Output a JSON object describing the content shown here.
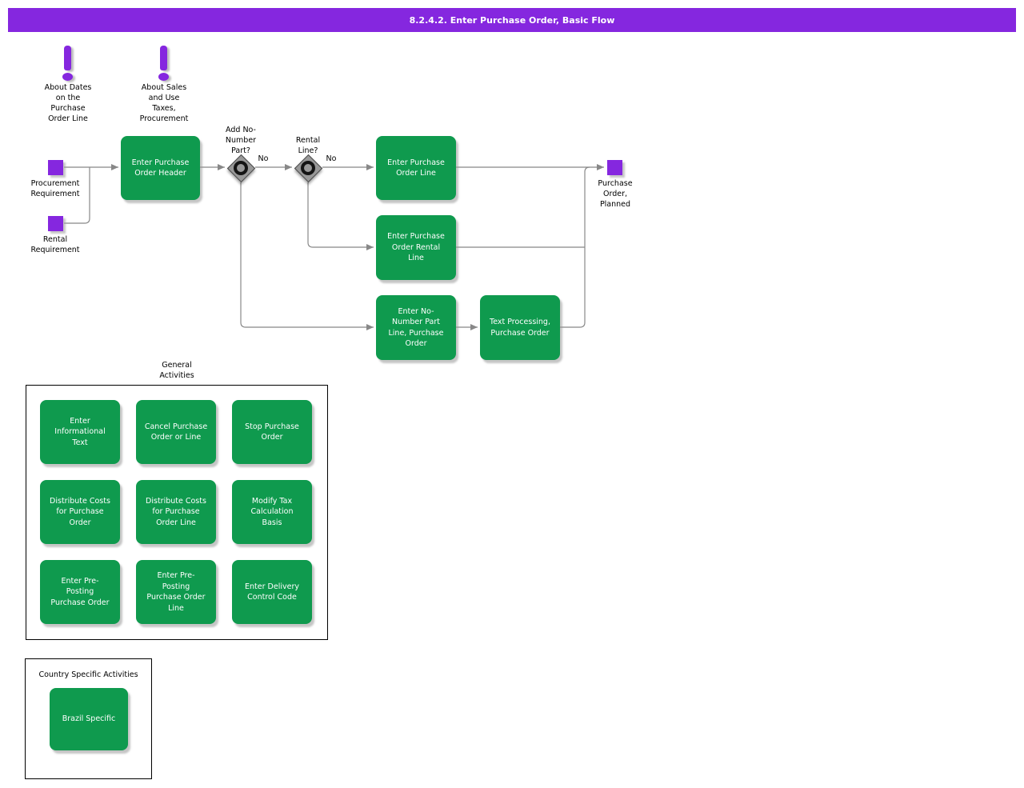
{
  "title_bar": {
    "text": "8.2.4.2. Enter Purchase Order, Basic Flow"
  },
  "notes": [
    {
      "icon": "exclamation-icon",
      "label": "About Dates\non the\nPurchase\nOrder Line"
    },
    {
      "icon": "exclamation-icon",
      "label": "About Sales\nand Use\nTaxes,\nProcurement"
    }
  ],
  "events": [
    {
      "label": "Procurement\nRequirement"
    },
    {
      "label": "Rental\nRequirement"
    },
    {
      "label": "Purchase\nOrder,\nPlanned"
    }
  ],
  "gateways": [
    {
      "label": "Add No-\nNumber\nPart?",
      "branch_label": "No"
    },
    {
      "label": "Rental\nLine?",
      "branch_label": "No"
    }
  ],
  "tasks": [
    {
      "label": "Enter Purchase\nOrder Header"
    },
    {
      "label": "Enter Purchase\nOrder Line"
    },
    {
      "label": "Enter Purchase\nOrder Rental\nLine"
    },
    {
      "label": "Enter No-\nNumber Part\nLine, Purchase\nOrder"
    },
    {
      "label": "Text Processing,\nPurchase Order"
    }
  ],
  "general_activities": {
    "title": "General\nActivities",
    "tasks": [
      {
        "label": "Enter\nInformational\nText"
      },
      {
        "label": "Cancel Purchase\nOrder or Line"
      },
      {
        "label": "Stop Purchase\nOrder"
      },
      {
        "label": "Distribute Costs\nfor Purchase\nOrder"
      },
      {
        "label": "Distribute Costs\nfor Purchase\nOrder Line"
      },
      {
        "label": "Modify Tax\nCalculation\nBasis"
      },
      {
        "label": "Enter Pre-\nPosting\nPurchase Order"
      },
      {
        "label": "Enter Pre-\nPosting\nPurchase Order\nLine"
      },
      {
        "label": "Enter Delivery\nControl Code"
      }
    ]
  },
  "country_specific": {
    "title": "Country Specific Activities",
    "tasks": [
      {
        "label": "Brazil Specific"
      }
    ]
  },
  "colors": {
    "purple": "#8527DF",
    "green": "#0F9A4E",
    "line": "#888888",
    "diamond": "#999999"
  }
}
